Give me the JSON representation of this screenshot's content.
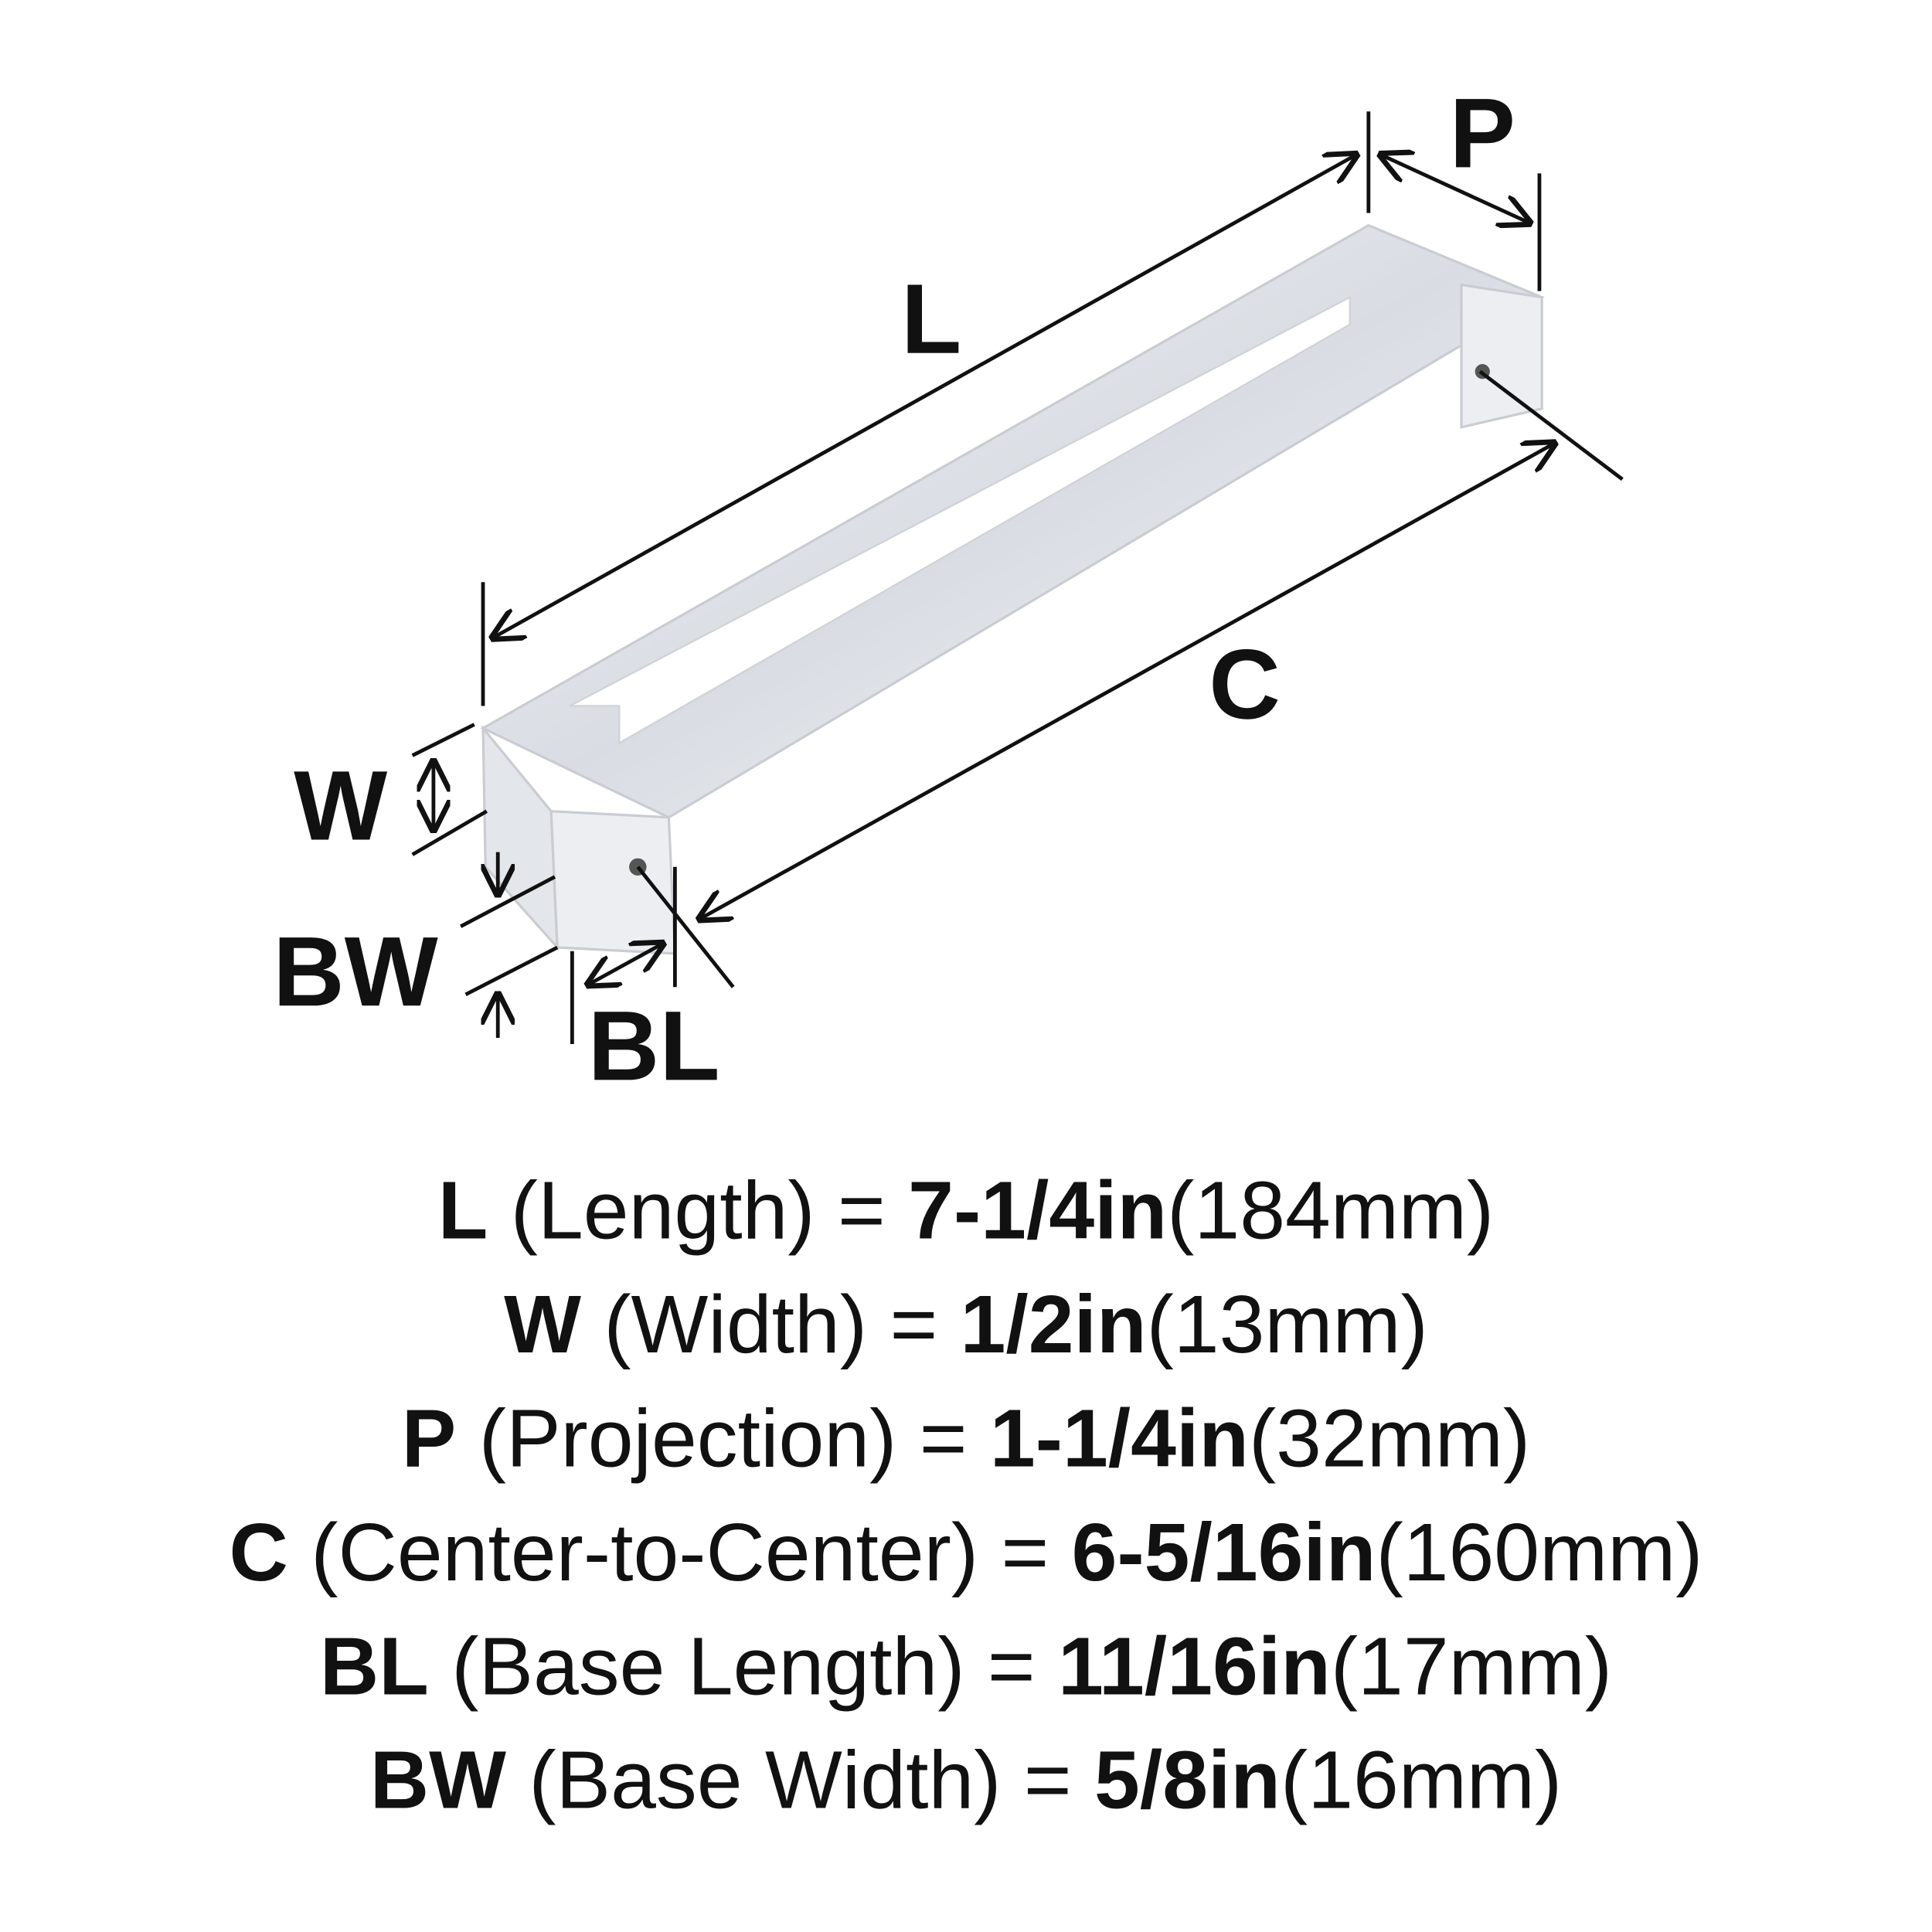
{
  "labels": {
    "L": "L",
    "P": "P",
    "C": "C",
    "W": "W",
    "BW": "BW",
    "BL": "BL"
  },
  "specs": [
    {
      "code": "L",
      "name": " (Length) = ",
      "imperial": "7-1/4in",
      "metric": "(184mm)"
    },
    {
      "code": "W",
      "name": " (Width) = ",
      "imperial": "1/2in",
      "metric": "(13mm)"
    },
    {
      "code": "P",
      "name": " (Projection) = ",
      "imperial": "1-1/4in",
      "metric": "(32mm)"
    },
    {
      "code": "C",
      "name": " (Center-to-Center) = ",
      "imperial": "6-5/16in",
      "metric": "(160mm)"
    },
    {
      "code": "BL",
      "name": " (Base Length) = ",
      "imperial": "11/16in",
      "metric": "(17mm)"
    },
    {
      "code": "BW",
      "name": " (Base Width) = ",
      "imperial": "5/8in",
      "metric": "(16mm)"
    }
  ]
}
